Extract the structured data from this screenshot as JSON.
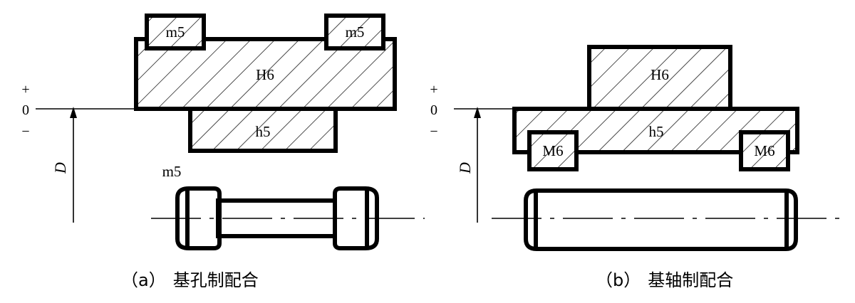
{
  "figure_a": {
    "signs": {
      "plus": "+",
      "zero": "0",
      "minus": "−"
    },
    "dimension_label": "D",
    "zones": {
      "hole": "H6",
      "shaft": "h5",
      "left_transition": "m5",
      "right_transition": "m5"
    },
    "shaft_label": "m5",
    "caption_tag": "（a）",
    "caption_text": "基孔制配合"
  },
  "figure_b": {
    "signs": {
      "plus": "+",
      "zero": "0",
      "minus": "−"
    },
    "dimension_label": "D",
    "zones": {
      "hole": "H6",
      "shaft": "h5",
      "left_transition": "M6",
      "right_transition": "M6"
    },
    "caption_tag": "（b）",
    "caption_text": "基轴制配合"
  }
}
